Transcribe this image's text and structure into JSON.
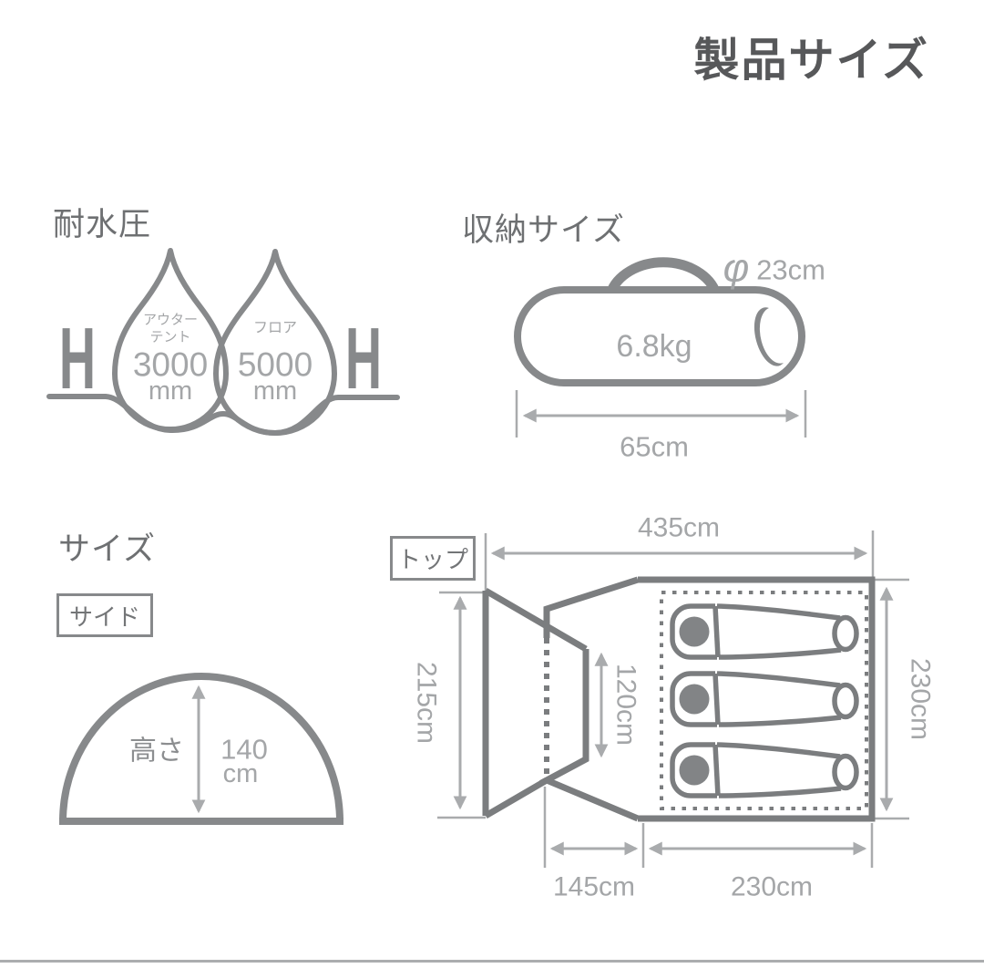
{
  "title": "製品サイズ",
  "colors": {
    "title": "#57585a",
    "header": "#6e7072",
    "outline": "#87898b",
    "tent": "#7b7d7f",
    "dim-line": "#a9abad",
    "dim-text": "#a4a6a8",
    "label-dark": "#8c8e90",
    "box-text": "#737577",
    "head-fill": "#828486",
    "divider": "#abadaf",
    "bg": "#ffffff"
  },
  "water_resistance": {
    "heading": "耐水圧",
    "fabric_symbol": "H",
    "drops": [
      {
        "label_line1": "アウター",
        "label_line2": "テント",
        "value": "3000",
        "unit": "mm"
      },
      {
        "label_line1": "フロア",
        "value": "5000",
        "unit": "mm"
      }
    ]
  },
  "storage_size": {
    "heading": "収納サイズ",
    "weight": "6.8kg",
    "diameter_symbol": "φ",
    "diameter_value": "23cm",
    "length_value": "65cm"
  },
  "size": {
    "heading": "サイズ",
    "side_view": {
      "label": "サイド",
      "height_label": "高さ",
      "height_value": "140",
      "height_unit": "cm"
    },
    "top_view": {
      "label": "トップ",
      "overall_length": "435cm",
      "front_width": "215cm",
      "door_width": "120cm",
      "inner_depth": "230cm",
      "vestibule_length": "145cm",
      "inner_length": "230cm",
      "sleeping_bag_count": 3
    }
  }
}
